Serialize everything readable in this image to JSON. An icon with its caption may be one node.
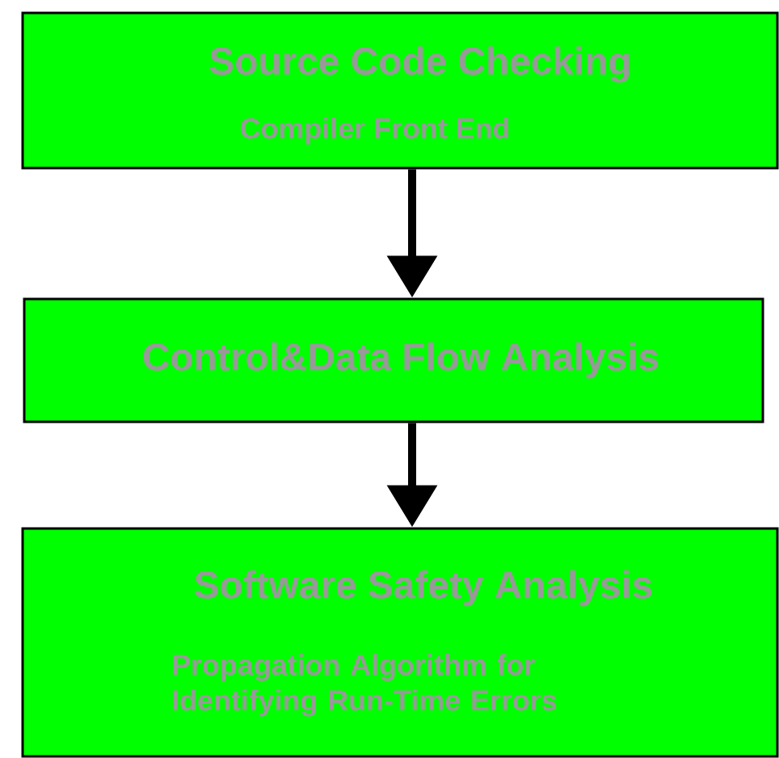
{
  "diagram": {
    "nodes": [
      {
        "text": [
          "Source Code Checking",
          "Compiler Front End"
        ]
      },
      {
        "text": [
          "Control&Data Flow Analysis"
        ]
      },
      {
        "text": [
          "Software Safety Analysis",
          "Propagation Algorithm for Identifying Run-Time Errors"
        ]
      }
    ],
    "edges": [
      {
        "from": 0,
        "to": 1,
        "arrow": "to"
      },
      {
        "from": 1,
        "to": 2,
        "arrow": "to"
      }
    ]
  }
}
